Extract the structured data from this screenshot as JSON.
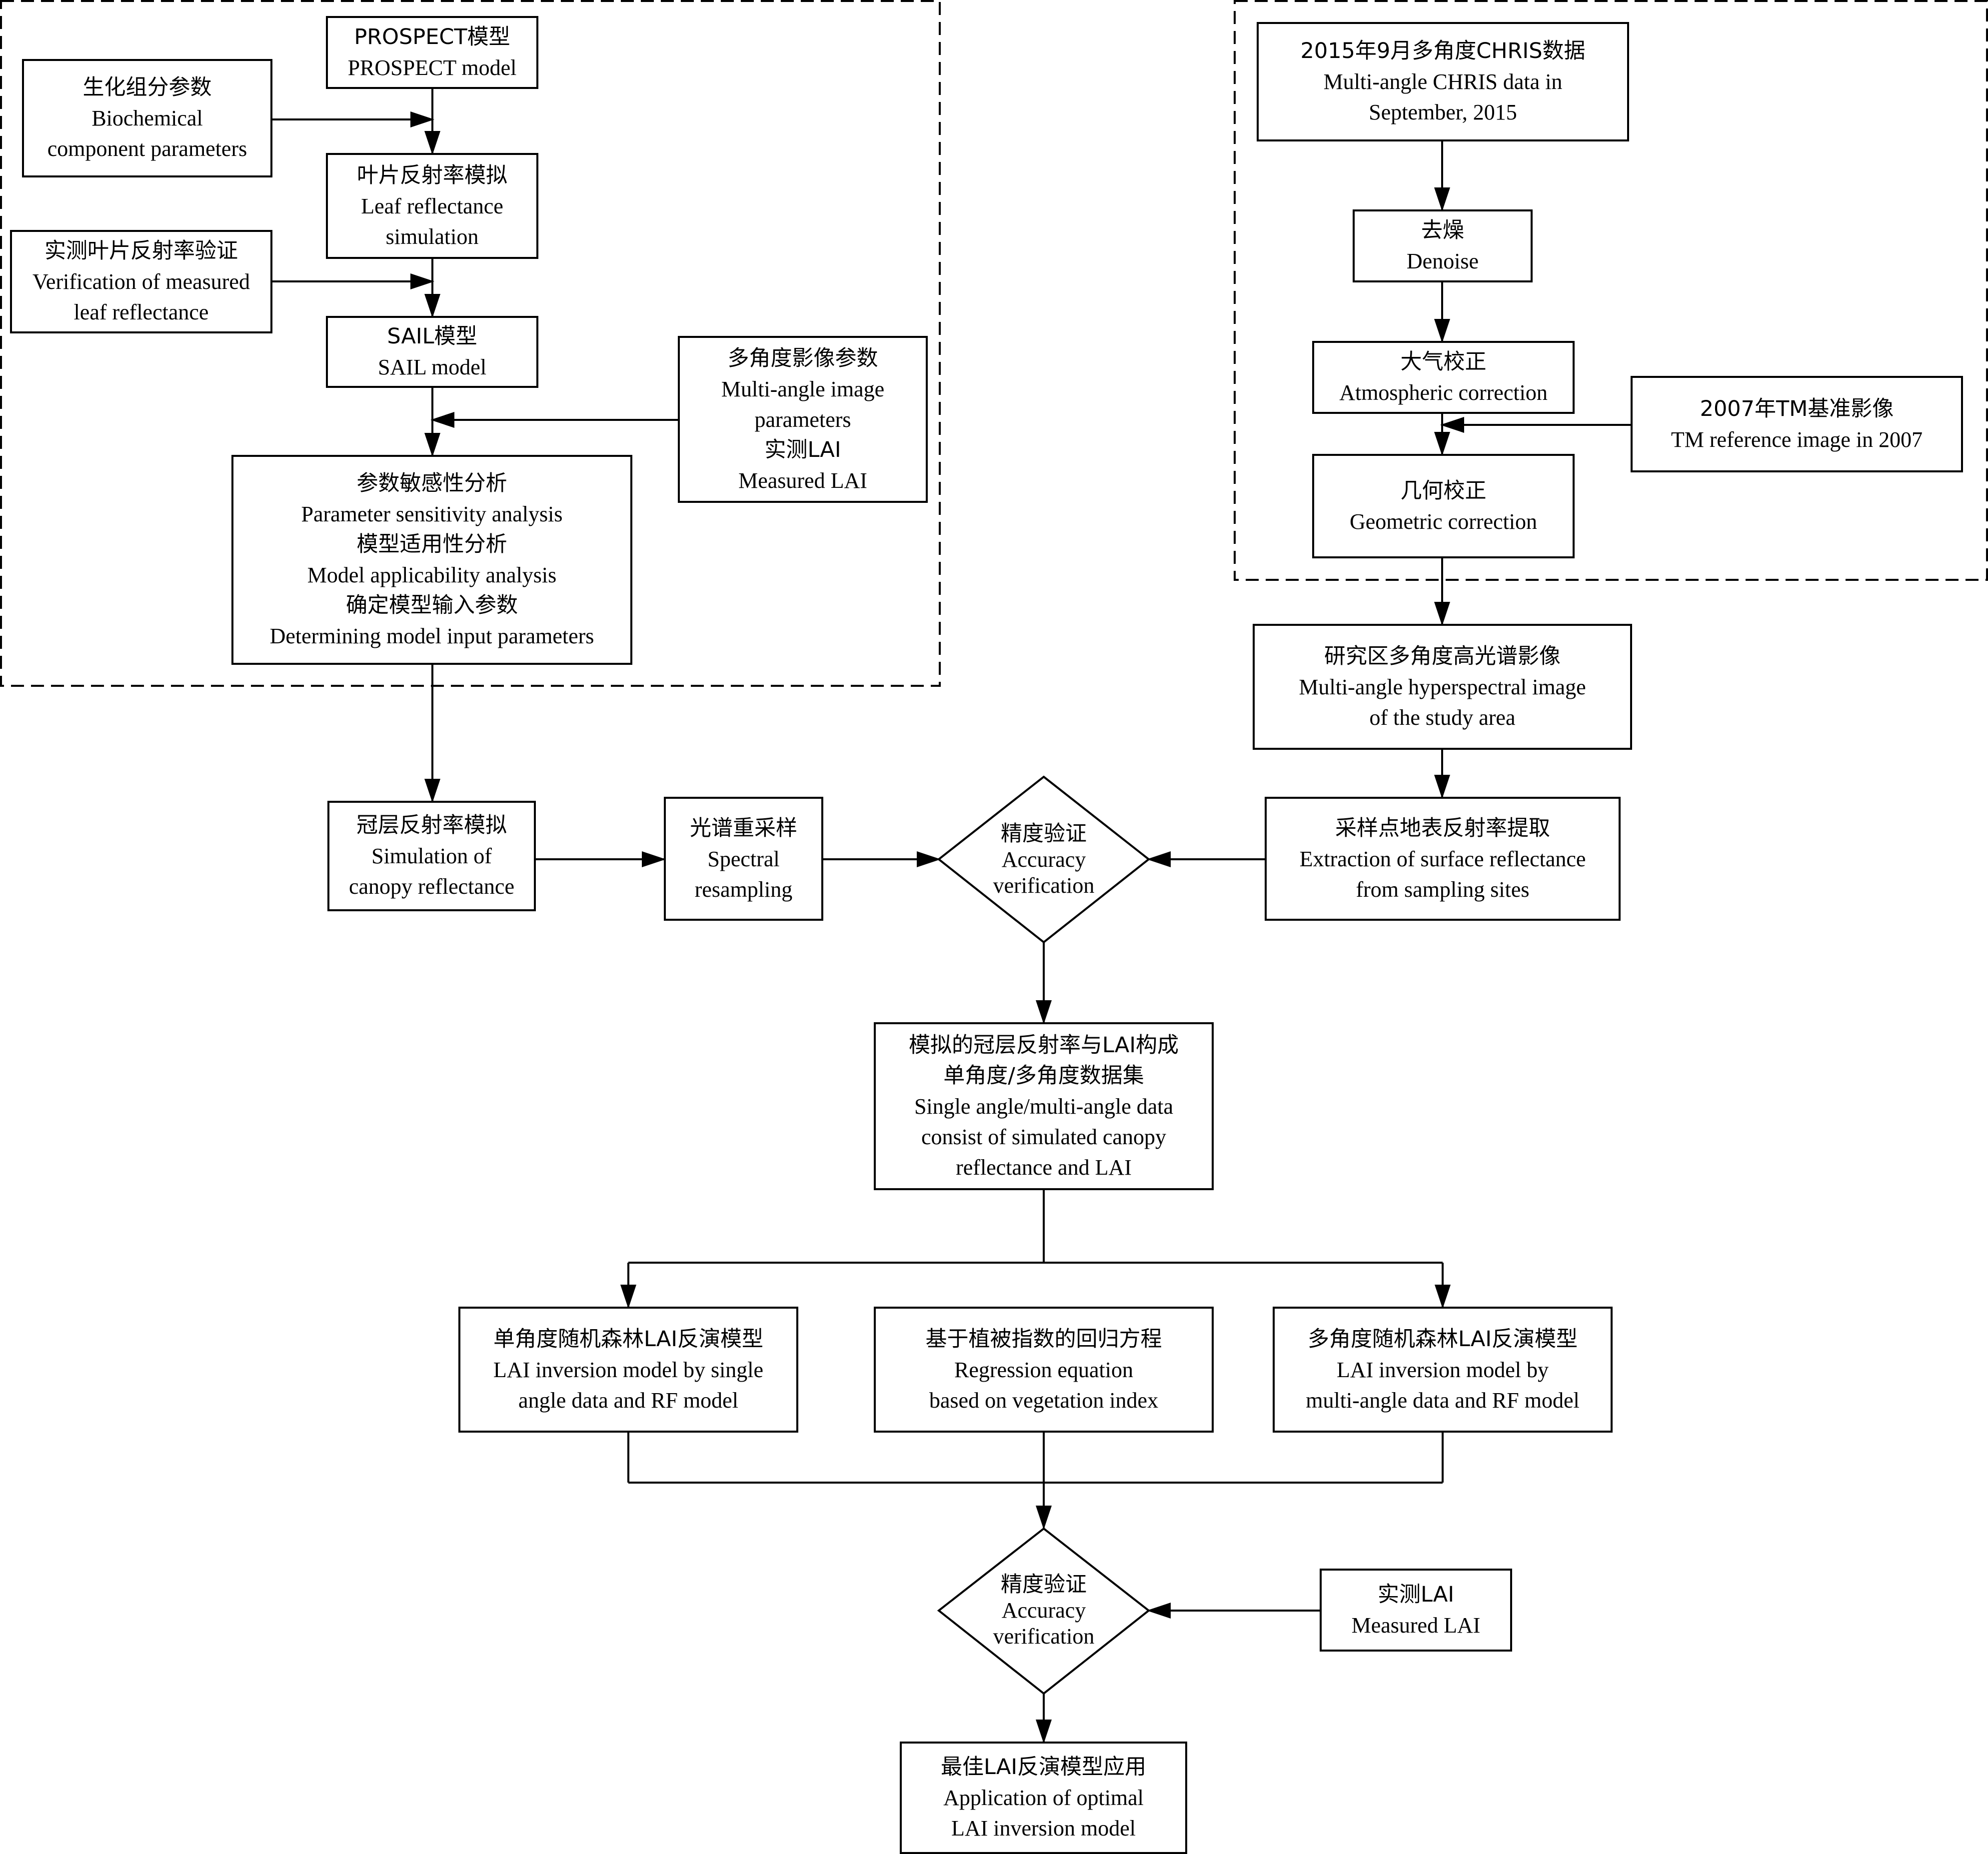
{
  "nodes": {
    "prospect": {
      "zh": "PROSPECT模型",
      "en": "PROSPECT model"
    },
    "biochem": {
      "zh": "生化组分参数",
      "en1": "Biochemical",
      "en2": "component parameters"
    },
    "leaf_sim": {
      "zh": "叶片反射率模拟",
      "en1": "Leaf reflectance",
      "en2": "simulation"
    },
    "leaf_verif": {
      "zh": "实测叶片反射率验证",
      "en1": "Verification of measured",
      "en2": "leaf reflectance"
    },
    "sail": {
      "zh": "SAIL模型",
      "en": "SAIL model"
    },
    "multi_param": {
      "zh1": "多角度影像参数",
      "en1": "Multi-angle image",
      "en2": "parameters",
      "zh2": "实测LAI",
      "en3": "Measured LAI"
    },
    "sensitivity": {
      "zh1": "参数敏感性分析",
      "en1": "Parameter sensitivity analysis",
      "zh2": "模型适用性分析",
      "en2": "Model applicability analysis",
      "zh3": "确定模型输入参数",
      "en3": "Determining model input parameters"
    },
    "chris": {
      "zh": "2015年9月多角度CHRIS数据",
      "en1": "Multi-angle CHRIS data in",
      "en2": "September, 2015"
    },
    "denoise": {
      "zh": "去燥",
      "en": "Denoise"
    },
    "atmos": {
      "zh": "大气校正",
      "en": "Atmospheric correction"
    },
    "tm_ref": {
      "zh": "2007年TM基准影像",
      "en": "TM reference image in 2007"
    },
    "geo": {
      "zh": "几何校正",
      "en": "Geometric correction"
    },
    "study_img": {
      "zh": "研究区多角度高光谱影像",
      "en1": "Multi-angle hyperspectral image",
      "en2": "of the study area"
    },
    "canopy": {
      "zh": "冠层反射率模拟",
      "en1": "Simulation of",
      "en2": "canopy reflectance"
    },
    "resample": {
      "zh": "光谱重采样",
      "en1": "Spectral",
      "en2": "resampling"
    },
    "acc1": {
      "zh": "精度验证",
      "en1": "Accuracy",
      "en2": "verification"
    },
    "extract": {
      "zh": "采样点地表反射率提取",
      "en1": "Extraction of surface reflectance",
      "en2": "from sampling sites"
    },
    "dataset": {
      "zh1": "模拟的冠层反射率与LAI构成",
      "zh2": "单角度/多角度数据集",
      "en1": "Single angle/multi-angle data",
      "en2": "consist of simulated  canopy",
      "en3": "reflectance and LAI"
    },
    "single_rf": {
      "zh": "单角度随机森林LAI反演模型",
      "en1": "LAI inversion model by single",
      "en2": "angle data and RF model"
    },
    "regression": {
      "zh": "基于植被指数的回归方程",
      "en1": "Regression equation",
      "en2": "based on vegetation index"
    },
    "multi_rf": {
      "zh": "多角度随机森林LAI反演模型",
      "en1": "LAI inversion model by",
      "en2": "multi-angle data and RF model"
    },
    "acc2": {
      "zh": "精度验证",
      "en1": "Accuracy",
      "en2": "verification"
    },
    "measured_lai": {
      "zh": "实测LAI",
      "en": "Measured LAI"
    },
    "optimal": {
      "zh": "最佳LAI反演模型应用",
      "en1": "Application of optimal",
      "en2": "LAI inversion model"
    }
  }
}
